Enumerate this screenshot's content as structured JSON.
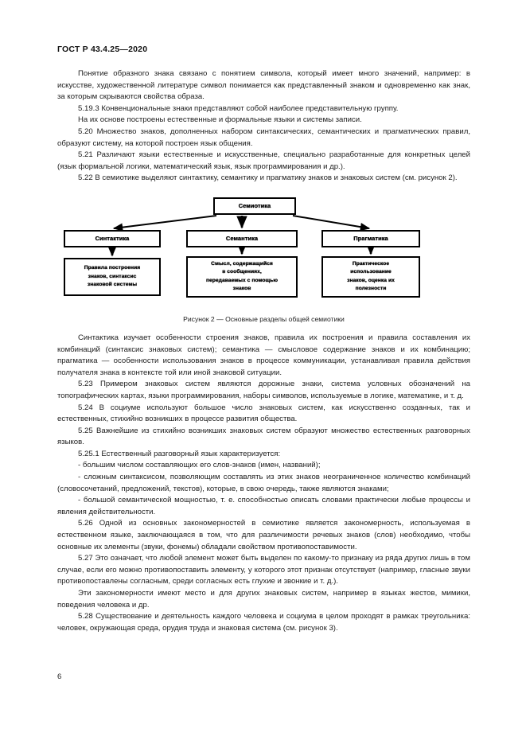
{
  "document": {
    "standard_header": "ГОСТ Р 43.4.25—2020",
    "page_number": "6"
  },
  "body": {
    "paragraphs": [
      {
        "id": "p-5-19-3-intro",
        "text": "Понятие образного знака связано с понятием символа, который имеет много значений, например: в искусстве, художественной литературе символ понимается как представленный знаком и одновременно как знак, за которым скрываются свойства образа."
      },
      {
        "id": "p-5-19-3",
        "text": "5.19.3  Конвенциональные знаки представляют собой наиболее представительную группу."
      },
      {
        "id": "p-5-19-3-b",
        "text": "На их основе построены естественные и формальные языки и системы записи."
      },
      {
        "id": "p-5-20",
        "text": "5.20  Множество знаков, дополненных набором синтаксических, семантических и прагматических правил, образуют систему, на которой построен язык общения."
      },
      {
        "id": "p-5-21",
        "text": "5.21  Различают языки естественные и искусственные, специально разработанные для конкретных целей (язык формальной логики, математический язык, язык программирования и др.)."
      },
      {
        "id": "p-5-22",
        "text": "5.22  В семиотике выделяют синтактику, семантику и прагматику знаков и знаковых систем (см. рисунок 2)."
      }
    ],
    "paragraphs_after_figure": [
      {
        "id": "p-syntactics",
        "text": "Синтактика изучает особенности строения знаков, правила их построения и правила составления их комбинаций (синтаксис знаковых систем); семантика — смысловое содержание знаков и их комбинацию; прагматика — особенности использования знаков в процессе коммуникации, устанавливая правила действия получателя знака в контексте той или иной знаковой ситуации."
      },
      {
        "id": "p-5-23",
        "text": "5.23  Примером знаковых систем являются дорожные знаки, система условных обозначений на топографических картах, языки программирования, наборы символов, используемые в логике, математике, и т. д."
      },
      {
        "id": "p-5-24",
        "text": "5.24  В социуме используют большое число знаковых систем, как искусственно созданных, так и естественных, стихийно возникших в процессе развития общества."
      },
      {
        "id": "p-5-25",
        "text": "5.25  Важнейшие из стихийно возникших знаковых систем образуют множество естественных разговорных языков."
      },
      {
        "id": "p-5-25-1",
        "text": "5.25.1  Естественный разговорный язык характеризуется:"
      },
      {
        "id": "p-bullet-1",
        "text": "- большим числом составляющих его слов-знаков (имен, названий);"
      },
      {
        "id": "p-bullet-2",
        "text": "- сложным синтаксисом, позволяющим составлять из этих знаков неограниченное количество комбинаций (словосочетаний, предложений, текстов), которые, в свою очередь, также являются знаками;"
      },
      {
        "id": "p-bullet-3",
        "text": "- большой семантической мощностью, т. е. способностью описать словами практически любые процессы и явления действительности."
      },
      {
        "id": "p-5-26",
        "text": "5.26  Одной из основных закономерностей в семиотике является закономерность, используемая в естественном языке, заключающаяся в том, что для различимости речевых знаков (слов) необходимо, чтобы основные их элементы (звуки, фонемы) обладали свойством противопоставимости."
      },
      {
        "id": "p-5-27",
        "text": "5.27  Это означает, что любой элемент может быть выделен по какому-то признаку из ряда других лишь в том случае, если его можно противопоставить элементу, у которого этот признак отсутствует (например, гласные звуки противопоставлены согласным, среди согласных есть глухие и звонкие и т. д.)."
      },
      {
        "id": "p-5-27-b",
        "text": "Эти закономерности имеют место и для других знаковых систем, например в языках жестов, мимики, поведения человека и др."
      },
      {
        "id": "p-5-28",
        "text": "5.28  Существование и деятельность каждого человека и социума в целом проходят в рамках треугольника: человек, окружающая среда, орудия труда и знаковая система (см. рисунок 3)."
      }
    ]
  },
  "figure": {
    "caption": "Рисунок 2 — Основные разделы общей семиотики",
    "root": {
      "label": "Семиотика"
    },
    "branches": [
      {
        "key": "syntactics",
        "label": "Синтактика",
        "detail_lines": [
          "Правила построения",
          "знаков, синтаксис",
          "знаковой системы"
        ]
      },
      {
        "key": "semantics",
        "label": "Семантика",
        "detail_lines": [
          "Смысл, содержащийся",
          "в сообщениях,",
          "передаваемых с помощью",
          "знаков"
        ]
      },
      {
        "key": "pragmatics",
        "label": "Прагматика",
        "detail_lines": [
          "Практическое",
          "использование",
          "знаков, оценка их",
          "полезности"
        ]
      }
    ],
    "colors": {
      "box_border": "#000000",
      "box_fill": "#ffffff",
      "connector": "#000000"
    }
  }
}
